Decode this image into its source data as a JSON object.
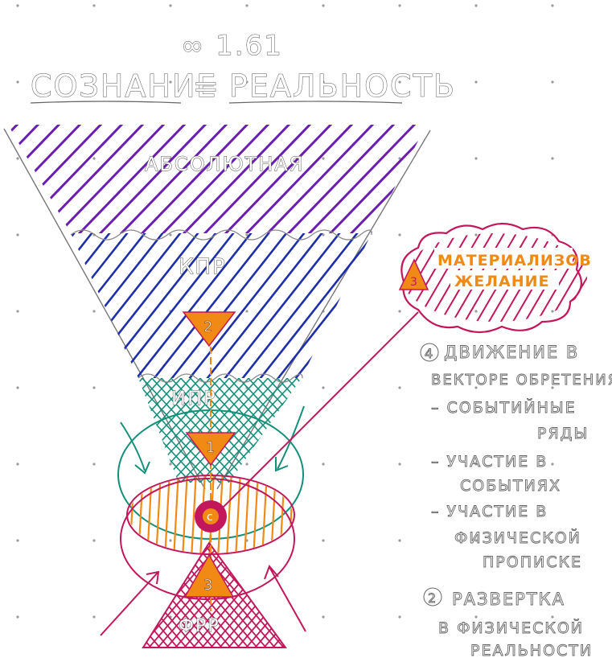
{
  "header": {
    "version": "∞ 1.61",
    "title_left": "СОЗНАНИЕ",
    "title_eq": "=",
    "title_right": "РЕАЛЬНОСТЬ"
  },
  "funnel": {
    "zone_absolute": "АБСОЛЮТНАЯ",
    "zone_kpr": "КПР",
    "zone_ipr": "ИПР",
    "zone_frr": "ФРР"
  },
  "markers": {
    "m1": "1",
    "m2": "2",
    "m3": "3",
    "center": "с"
  },
  "cloud": {
    "number": "3",
    "line1": "МАТЕРИАЛИЗОВ",
    "line2": "ЖЕЛАНИЕ"
  },
  "notes": {
    "n1_num": "4",
    "n1_line1": "ДВИЖЕНИЕ В",
    "n1_line2": "ВЕКТОРЕ ОБРЕТЕНИЯ",
    "d1_line1": "– СОБЫТИЙНЫЕ",
    "d1_line2": "РЯДЫ",
    "d2_line1": "– УЧАСТИЕ В",
    "d2_line2": "СОБЫТИЯХ",
    "d3_line1": "– УЧАСТИЕ В",
    "d3_line2": "ФИЗИЧЕСКОЙ",
    "d3_line3": "ПРОПИСКЕ",
    "n2_num": "2",
    "n2_line1": "РАЗВЕРТКА",
    "n2_line2": "В ФИЗИЧЕСКОЙ",
    "n2_line3": "РЕАЛЬНОСТИ"
  },
  "colors": {
    "purple": "#6a1fb0",
    "blue": "#1f2fa8",
    "teal": "#14907a",
    "crimson": "#c2185b",
    "orange": "#f08a14",
    "grey": "#666666"
  }
}
